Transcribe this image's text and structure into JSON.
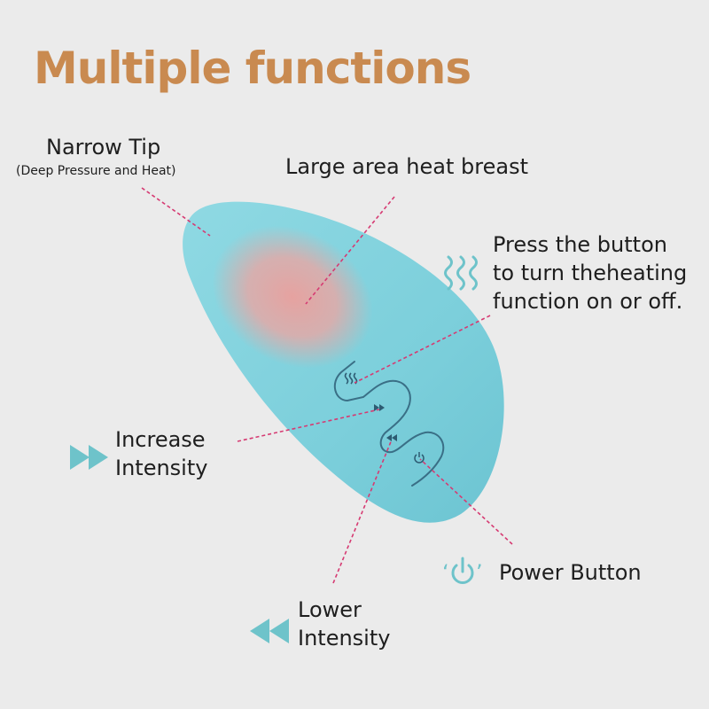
{
  "title": "Multiple functions",
  "colors": {
    "accent": "#c98a50",
    "device": "#7fd0dc",
    "heat": "#e4a7a6",
    "leader": "#d63a72",
    "icon": "#6ec3ca",
    "button_outline": "#3a6f86"
  },
  "labels": {
    "narrow_tip": "Narrow Tip",
    "narrow_tip_note": "(Deep Pressure and Heat)",
    "large_area": "Large area heat breast",
    "heat_button_lines": [
      "Press the button",
      "to turn theheating",
      "function on or off."
    ],
    "increase_lines": [
      "Increase",
      "Intensity"
    ],
    "lower_lines": [
      "Lower",
      "Intensity"
    ],
    "power_quote_open": "‘",
    "power_quote_close": "’",
    "power": "Power Button"
  },
  "icons": {
    "heat": "heat-waves-icon",
    "increase": "fast-forward-icon",
    "decrease": "rewind-icon",
    "power": "power-icon"
  }
}
